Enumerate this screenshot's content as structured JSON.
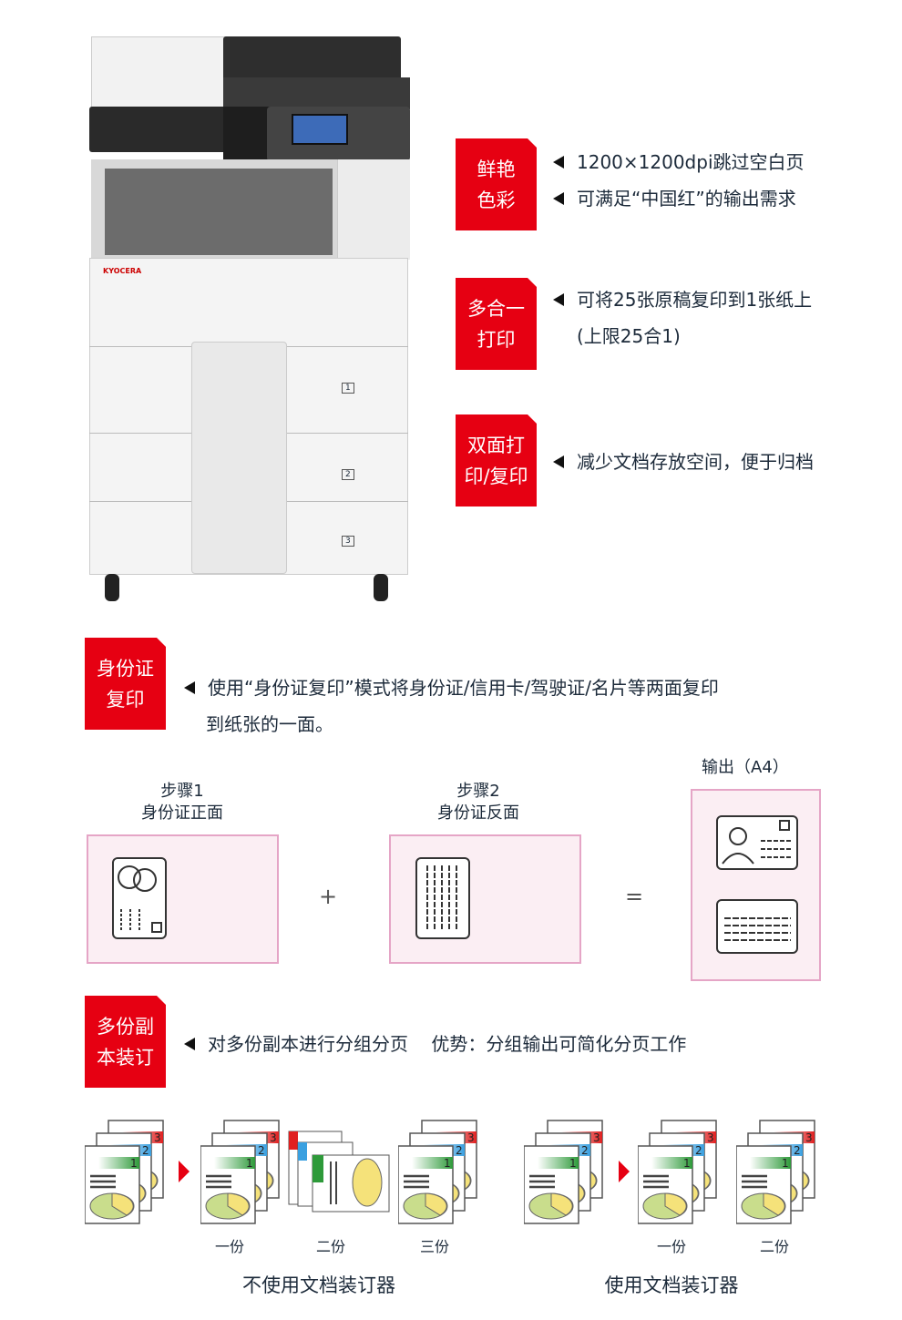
{
  "product": {
    "brand_logo": "KYOCERA",
    "tray_labels": [
      "1",
      "2",
      "3"
    ]
  },
  "features": [
    {
      "badge": [
        "鲜艳",
        "色彩"
      ],
      "lines": [
        "1200×1200dpi跳过空白页",
        "可满足“中国红”的输出需求"
      ]
    },
    {
      "badge": [
        "多合一",
        "打印"
      ],
      "lines": [
        "可将25张原稿复印到1张纸上",
        "(上限25合1)"
      ]
    },
    {
      "badge": [
        "双面打",
        "印/复印"
      ],
      "lines": [
        "减少文档存放空间，便于归档"
      ]
    }
  ],
  "id_copy": {
    "badge": [
      "身份证",
      "复印"
    ],
    "lines": [
      "使用“身份证复印”模式将身份证/信用卡/驾驶证/名片等两面复印",
      "到纸张的一面。"
    ],
    "step1": [
      "步骤1",
      "身份证正面"
    ],
    "step2": [
      "步骤2",
      "身份证反面"
    ],
    "plus": "+",
    "equals": "=",
    "output": "输出（A4）"
  },
  "collate": {
    "badge": [
      "多份副",
      "本装订"
    ],
    "text": "对多份副本进行分组分页    优势：分组输出可简化分页工作",
    "without": {
      "labels": [
        "一份",
        "二份",
        "三份"
      ],
      "caption": "不使用文档装订器"
    },
    "with": {
      "labels": [
        "一份",
        "二份"
      ],
      "caption": "使用文档装订器"
    }
  },
  "colors": {
    "accent": "#e60012",
    "pink_border": "#e5a5c6",
    "pink_fill": "#fbeef3"
  }
}
